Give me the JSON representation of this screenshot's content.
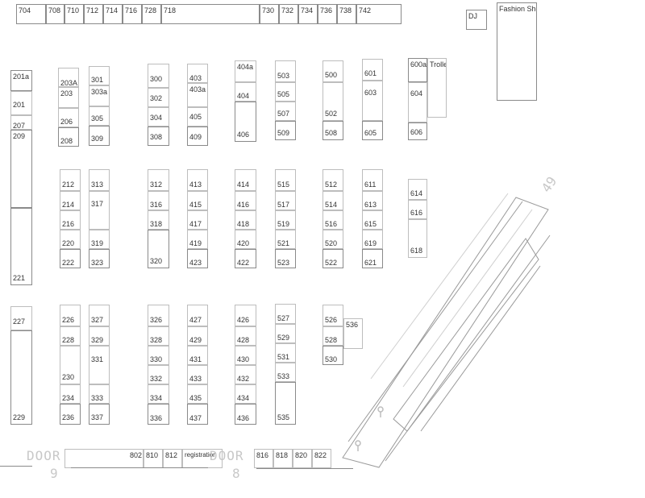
{
  "booths": [
    {
      "id": "704"
    },
    {
      "id": "708"
    },
    {
      "id": "710"
    },
    {
      "id": "712"
    },
    {
      "id": "714"
    },
    {
      "id": "716"
    },
    {
      "id": "728"
    },
    {
      "id": "718"
    },
    {
      "id": "730"
    },
    {
      "id": "732"
    },
    {
      "id": "734"
    },
    {
      "id": "736"
    },
    {
      "id": "738"
    },
    {
      "id": "742"
    },
    {
      "id": "201a"
    },
    {
      "id": "201"
    },
    {
      "id": "207"
    },
    {
      "id": "209"
    },
    {
      "id": "221"
    },
    {
      "id": "227"
    },
    {
      "id": "229"
    },
    {
      "id": "203A"
    },
    {
      "id": "203"
    },
    {
      "id": "206"
    },
    {
      "id": "208"
    },
    {
      "id": "212"
    },
    {
      "id": "214"
    },
    {
      "id": "216"
    },
    {
      "id": "220"
    },
    {
      "id": "222"
    },
    {
      "id": "226"
    },
    {
      "id": "228"
    },
    {
      "id": "230"
    },
    {
      "id": "234"
    },
    {
      "id": "236"
    },
    {
      "id": "301"
    },
    {
      "id": "303a"
    },
    {
      "id": "305"
    },
    {
      "id": "309"
    },
    {
      "id": "313"
    },
    {
      "id": "317"
    },
    {
      "id": "319"
    },
    {
      "id": "323"
    },
    {
      "id": "327"
    },
    {
      "id": "329"
    },
    {
      "id": "331"
    },
    {
      "id": "333"
    },
    {
      "id": "337"
    },
    {
      "id": "300"
    },
    {
      "id": "302"
    },
    {
      "id": "304"
    },
    {
      "id": "308"
    },
    {
      "id": "312"
    },
    {
      "id": "316"
    },
    {
      "id": "318"
    },
    {
      "id": "320"
    },
    {
      "id": "326"
    },
    {
      "id": "328"
    },
    {
      "id": "330"
    },
    {
      "id": "332"
    },
    {
      "id": "334"
    },
    {
      "id": "336"
    },
    {
      "id": "403"
    },
    {
      "id": "403a"
    },
    {
      "id": "405"
    },
    {
      "id": "409"
    },
    {
      "id": "413"
    },
    {
      "id": "415"
    },
    {
      "id": "417"
    },
    {
      "id": "419"
    },
    {
      "id": "423"
    },
    {
      "id": "427"
    },
    {
      "id": "429"
    },
    {
      "id": "431"
    },
    {
      "id": "433"
    },
    {
      "id": "435"
    },
    {
      "id": "437"
    },
    {
      "id": "404a"
    },
    {
      "id": "404"
    },
    {
      "id": "406"
    },
    {
      "id": "414"
    },
    {
      "id": "416"
    },
    {
      "id": "418"
    },
    {
      "id": "420"
    },
    {
      "id": "422"
    },
    {
      "id": "426"
    },
    {
      "id": "428"
    },
    {
      "id": "430"
    },
    {
      "id": "432"
    },
    {
      "id": "434"
    },
    {
      "id": "436"
    },
    {
      "id": "503"
    },
    {
      "id": "505"
    },
    {
      "id": "507"
    },
    {
      "id": "509"
    },
    {
      "id": "515"
    },
    {
      "id": "517"
    },
    {
      "id": "519"
    },
    {
      "id": "521"
    },
    {
      "id": "523"
    },
    {
      "id": "527"
    },
    {
      "id": "529"
    },
    {
      "id": "531"
    },
    {
      "id": "533"
    },
    {
      "id": "535"
    },
    {
      "id": "500"
    },
    {
      "id": "502"
    },
    {
      "id": "508"
    },
    {
      "id": "512"
    },
    {
      "id": "514"
    },
    {
      "id": "516"
    },
    {
      "id": "520"
    },
    {
      "id": "522"
    },
    {
      "id": "526"
    },
    {
      "id": "528"
    },
    {
      "id": "530"
    },
    {
      "id": "536"
    },
    {
      "id": "601"
    },
    {
      "id": "603"
    },
    {
      "id": "605"
    },
    {
      "id": "611"
    },
    {
      "id": "613"
    },
    {
      "id": "615"
    },
    {
      "id": "619"
    },
    {
      "id": "621"
    },
    {
      "id": "600a"
    },
    {
      "id": "604"
    },
    {
      "id": "606"
    },
    {
      "id": "614"
    },
    {
      "id": "616"
    },
    {
      "id": "618"
    },
    {
      "id": "802"
    },
    {
      "id": "810"
    },
    {
      "id": "812"
    },
    {
      "id": "816"
    },
    {
      "id": "818"
    },
    {
      "id": "820"
    },
    {
      "id": "822"
    }
  ],
  "labels": {
    "dj": "DJ",
    "fashion_show": "Fashion Show",
    "trolley": "Trolley",
    "registration": "registration",
    "door9_word": "DOOR",
    "door9_num": "9",
    "door8_word": "DOOR",
    "door8_num": "8",
    "corner_num": "49"
  },
  "colors": {
    "booth_border": "#8a8a8a",
    "text": "#333333",
    "door_text": "#c8c8c8",
    "background": "#ffffff"
  }
}
